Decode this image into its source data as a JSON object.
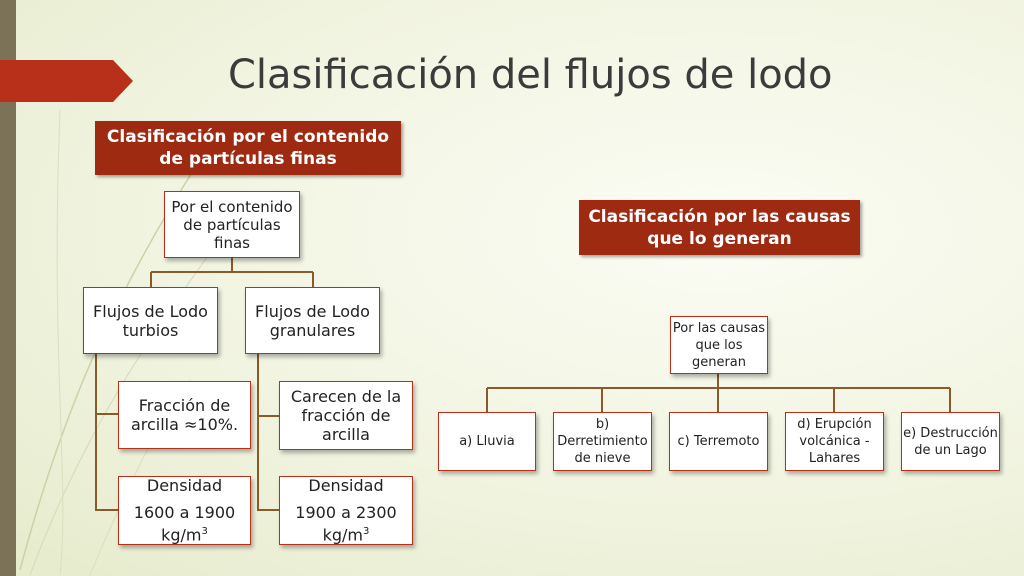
{
  "title": "Clasificación del flujos de lodo",
  "banner_left": "Clasificación por el contenido de partículas finas",
  "banner_right": "Clasificación por las causas que lo generan",
  "left_tree": {
    "root": "Por el contenido de partículas finas",
    "turbios": "Flujos de Lodo turbios",
    "granulares": "Flujos de Lodo granulares",
    "turbios_fraccion": "Fracción de arcilla ≈10%.",
    "turbios_densidad_label": "Densidad",
    "turbios_densidad_value": "1600 a 1900 kg/m",
    "granulares_fraccion": "Carecen de la fracción de arcilla",
    "granulares_densidad_label": "Densidad",
    "granulares_densidad_value": "1900 a 2300 kg/m",
    "unit_exponent": "3"
  },
  "right_tree": {
    "root": "Por las causas que los generan",
    "children": [
      "a) Lluvia",
      "b) Derretimiento de nieve",
      "c) Terremoto",
      "d) Erupción volcánica - Lahares",
      "e) Destrucción de un Lago"
    ]
  },
  "colors": {
    "accent": "#9e2a12",
    "sidebar": "#7b7257",
    "connector": "#8a5a2a"
  }
}
